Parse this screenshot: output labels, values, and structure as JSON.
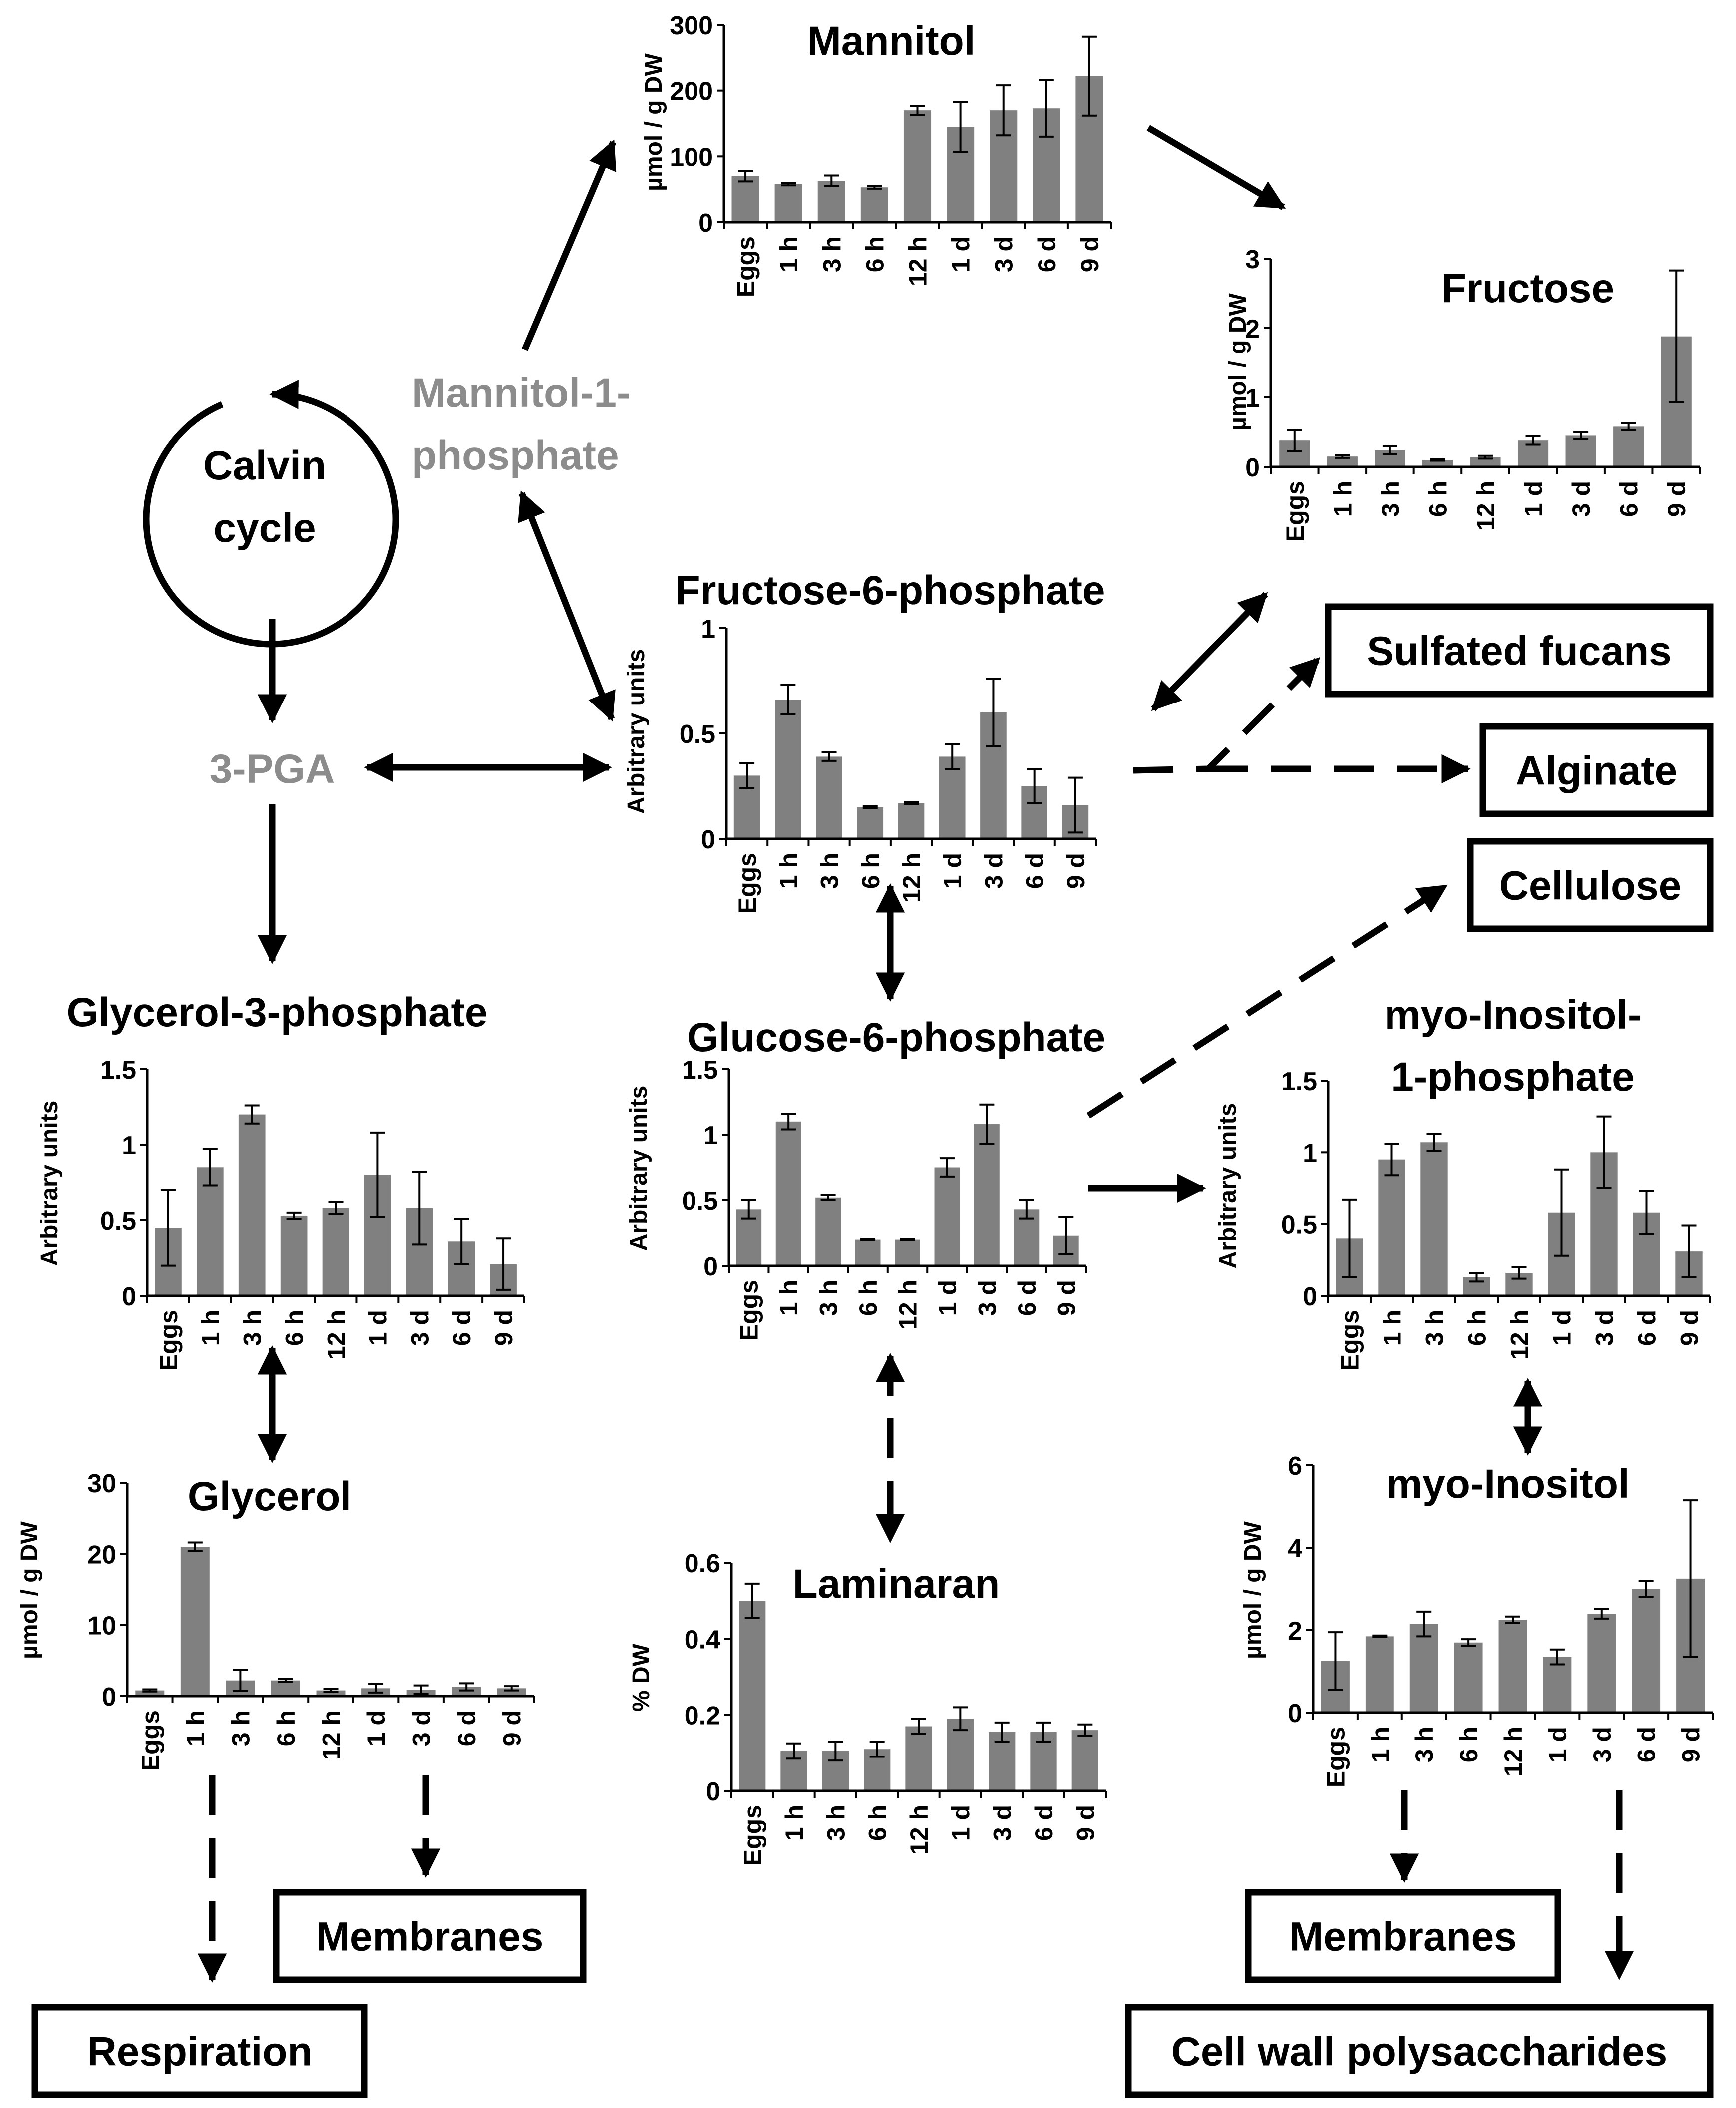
{
  "categories": [
    "Eggs",
    "1 h",
    "3 h",
    "6 h",
    "12 h",
    "1 d",
    "3 d",
    "6 d",
    "9 d"
  ],
  "colors": {
    "bar": "#808080",
    "ink": "#000000",
    "grey_label": "#8c8c8c"
  },
  "nodes": {
    "calvin": "Calvin\ncycle",
    "pga": "3-PGA",
    "m1p": "Mannitol-1-\nphosphate"
  },
  "boxes": {
    "sulfated_fucans": "Sulfated fucans",
    "alginate": "Alginate",
    "cellulose": "Cellulose",
    "membranes_left": "Membranes",
    "respiration": "Respiration",
    "membranes_right": "Membranes",
    "cell_wall": "Cell wall polysaccharides"
  },
  "chart_data": [
    {
      "id": "mannitol",
      "type": "bar",
      "title": "Mannitol",
      "ylabel": "µmol / g DW",
      "ylim": [
        0,
        300
      ],
      "yticks": [
        "0",
        "100",
        "200",
        "300"
      ],
      "values": [
        70,
        58,
        63,
        53,
        170,
        145,
        170,
        173,
        222
      ],
      "errors": [
        8,
        2,
        8,
        2,
        7,
        38,
        38,
        43,
        60
      ]
    },
    {
      "id": "fructose",
      "type": "bar",
      "title": "Fructose",
      "ylabel": "µmol / g DW",
      "ylim": [
        0,
        3
      ],
      "yticks": [
        "0",
        "1",
        "2",
        "3"
      ],
      "values": [
        0.38,
        0.15,
        0.24,
        0.1,
        0.14,
        0.38,
        0.45,
        0.58,
        1.88
      ],
      "errors": [
        0.15,
        0.02,
        0.06,
        0.01,
        0.02,
        0.06,
        0.05,
        0.05,
        0.95
      ]
    },
    {
      "id": "f6p",
      "type": "bar",
      "title": "Fructose-6-phosphate",
      "ylabel": "Arbitrary units",
      "ylim": [
        0,
        1
      ],
      "yticks": [
        "0",
        "0.5",
        "1"
      ],
      "values": [
        0.3,
        0.66,
        0.39,
        0.15,
        0.17,
        0.39,
        0.6,
        0.25,
        0.16
      ],
      "errors": [
        0.06,
        0.07,
        0.02,
        0.005,
        0.005,
        0.06,
        0.16,
        0.08,
        0.13
      ]
    },
    {
      "id": "g3p",
      "type": "bar",
      "title": "Glycerol-3-phosphate",
      "ylabel": "Arbitrary units",
      "ylim": [
        0,
        1.5
      ],
      "yticks": [
        "0",
        "0.5",
        "1",
        "1.5"
      ],
      "values": [
        0.45,
        0.85,
        1.2,
        0.53,
        0.58,
        0.8,
        0.58,
        0.36,
        0.21
      ],
      "errors": [
        0.25,
        0.12,
        0.06,
        0.02,
        0.04,
        0.28,
        0.24,
        0.15,
        0.17
      ]
    },
    {
      "id": "g6p",
      "type": "bar",
      "title": "Glucose-6-phosphate",
      "ylabel": "Arbitrary units",
      "ylim": [
        0,
        1.5
      ],
      "yticks": [
        "0",
        "0.5",
        "1",
        "1.5"
      ],
      "values": [
        0.43,
        1.1,
        0.52,
        0.2,
        0.2,
        0.75,
        1.08,
        0.43,
        0.23
      ],
      "errors": [
        0.07,
        0.06,
        0.02,
        0.005,
        0.005,
        0.07,
        0.15,
        0.07,
        0.14
      ]
    },
    {
      "id": "mi1p",
      "type": "bar",
      "title": "myo-Inositol-\n1-phosphate",
      "ylabel": "Arbitrary units",
      "ylim": [
        0,
        1.5
      ],
      "yticks": [
        "0",
        "0.5",
        "1",
        "1.5"
      ],
      "values": [
        0.4,
        0.95,
        1.07,
        0.13,
        0.16,
        0.58,
        1.0,
        0.58,
        0.31
      ],
      "errors": [
        0.27,
        0.11,
        0.06,
        0.03,
        0.04,
        0.3,
        0.25,
        0.15,
        0.18
      ]
    },
    {
      "id": "glycerol",
      "type": "bar",
      "title": "Glycerol",
      "ylabel": "µmol / g DW",
      "ylim": [
        0,
        30
      ],
      "yticks": [
        "0",
        "10",
        "20",
        "30"
      ],
      "values": [
        0.8,
        21,
        2.2,
        2.2,
        0.8,
        1.1,
        0.9,
        1.3,
        1.1
      ],
      "errors": [
        0.15,
        0.6,
        1.5,
        0.2,
        0.2,
        0.6,
        0.6,
        0.5,
        0.3
      ]
    },
    {
      "id": "laminaran",
      "type": "bar",
      "title": "Laminaran",
      "ylabel": "% DW",
      "ylim": [
        0,
        0.6
      ],
      "yticks": [
        "0",
        "0.2",
        "0.4",
        "0.6"
      ],
      "values": [
        0.5,
        0.105,
        0.105,
        0.11,
        0.17,
        0.19,
        0.155,
        0.155,
        0.16
      ],
      "errors": [
        0.045,
        0.02,
        0.025,
        0.02,
        0.02,
        0.03,
        0.025,
        0.025,
        0.015
      ]
    },
    {
      "id": "myoinositol",
      "type": "bar",
      "title": "myo-Inositol",
      "ylabel": "µmol / g DW",
      "ylim": [
        0,
        6
      ],
      "yticks": [
        "0",
        "2",
        "4",
        "6"
      ],
      "values": [
        1.25,
        1.85,
        2.15,
        1.7,
        2.25,
        1.35,
        2.4,
        3.0,
        3.25
      ],
      "errors": [
        0.7,
        0.02,
        0.3,
        0.08,
        0.08,
        0.18,
        0.12,
        0.2,
        1.9
      ]
    }
  ]
}
